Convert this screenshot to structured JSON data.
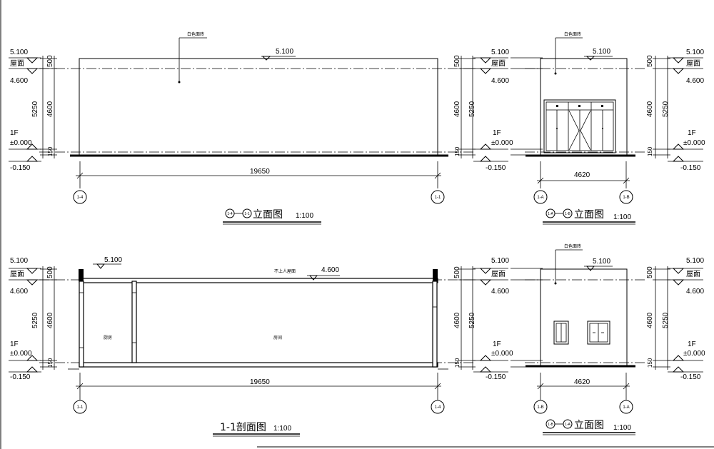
{
  "levels": {
    "parapet": "5.100",
    "roof_label": "屋面",
    "roof": "4.600",
    "floor_name": "1F",
    "floor": "±0.000",
    "ground": "-0.150",
    "roof_section": "4.600"
  },
  "dims": {
    "d500": "500",
    "d4600": "4600",
    "d5250": "5250",
    "d150": "150",
    "length": "19650",
    "width": "4620"
  },
  "notes": {
    "wall_finish": "白色面砖",
    "roof_note": "不上人屋面",
    "room_kitchen": "厨房",
    "room_main": "房间"
  },
  "axes": {
    "a14": "1-4",
    "a11": "1-1",
    "aA": "1-A",
    "aB": "1-B"
  },
  "titles": {
    "elev_14_11": {
      "a": "1-4",
      "b": "1-1",
      "text": "立面图",
      "scale": "1:100"
    },
    "elev_1A_1B": {
      "a": "1-A",
      "b": "1-B",
      "text": "立面图",
      "scale": "1:100"
    },
    "section": {
      "text": "1-1剖面图",
      "scale": "1:100"
    },
    "elev_1B_1A": {
      "a": "1-B",
      "b": "1-A",
      "text": "立面图",
      "scale": "1:100"
    }
  }
}
